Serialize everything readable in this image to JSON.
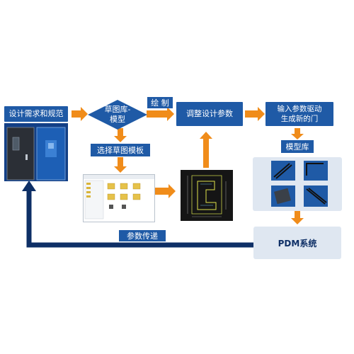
{
  "nodes": {
    "requirements": "设计需求和规范",
    "sketch_library": "草图库-\n模型",
    "select_template": "选择草图模板",
    "draw": "绘 制",
    "adjust_params": "调整设计参数",
    "param_drive": "输入参数驱动\n生成新的门",
    "model_library": "模型库",
    "pdm_system": "PDM系统",
    "param_transfer": "参数传递"
  },
  "colors": {
    "primary_blue": "#1f5aa6",
    "dark_navy": "#0e2f66",
    "arrow_orange": "#f08c1a",
    "panel_light": "#dfe7f1",
    "cad_black": "#151515"
  }
}
